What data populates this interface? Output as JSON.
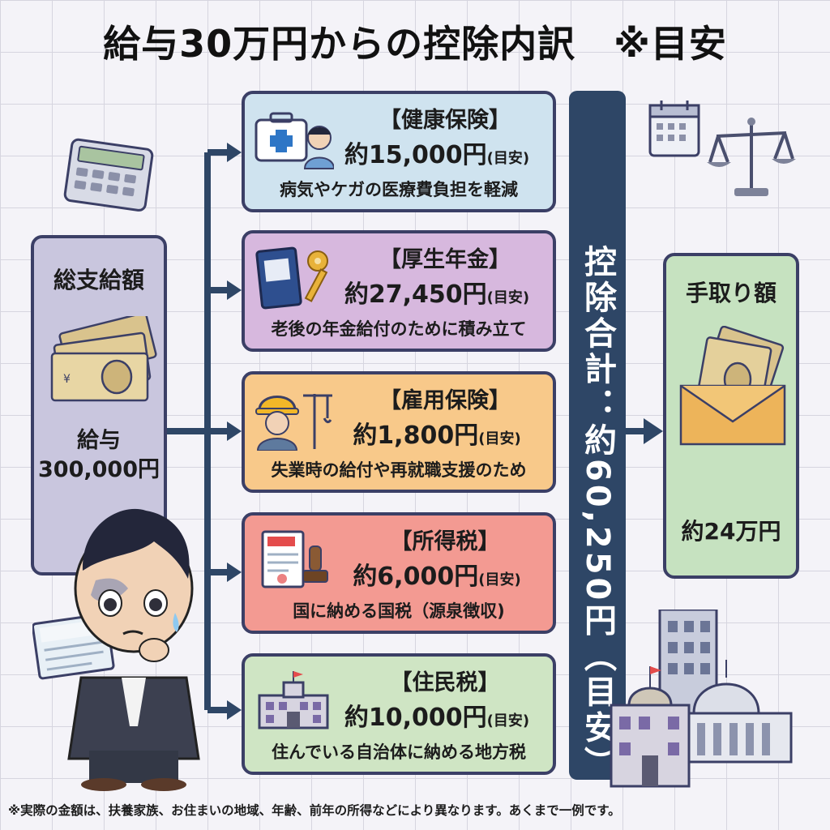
{
  "title": "給与30万円からの控除内訳　※目安",
  "gross": {
    "label": "総支給額",
    "sub_line1": "給与",
    "sub_line2": "300,000円"
  },
  "deductions": [
    {
      "name": "【健康保険】",
      "amount": "約15,000円",
      "note": "(目安)",
      "desc": "病気やケガの医療費負担を軽減",
      "color": "#cfe3ef"
    },
    {
      "name": "【厚生年金】",
      "amount": "約27,450円",
      "note": "(目安)",
      "desc": "老後の年金給付のために積み立て",
      "color": "#d7b8de"
    },
    {
      "name": "【雇用保険】",
      "amount": "約1,800円",
      "note": "(目安)",
      "desc": "失業時の給付や再就職支援のため",
      "color": "#f8c98a"
    },
    {
      "name": "【所得税】",
      "amount": "約6,000円",
      "note": "(目安)",
      "desc": "国に納める国税（源泉徴収)",
      "color": "#f39a92"
    },
    {
      "name": "【住民税】",
      "amount": "約10,000円",
      "note": "(目安)",
      "desc": "住んでいる自治体に納める地方税",
      "color": "#cfe5c4"
    }
  ],
  "total": {
    "text": "控除合計：約60,250円（目安）"
  },
  "net": {
    "label": "手取り額",
    "value": "約24万円"
  },
  "footnote": "※実際の金額は、扶養家族、お住まいの地域、年齢、前年の所得などにより異なります。あくまで一例です。",
  "icons": {
    "health": "first-aid-kit-icon",
    "pension": "pension-book-key-icon",
    "employment": "construction-worker-icon",
    "income_tax": "tax-document-stamp-icon",
    "resident_tax": "city-hall-icon",
    "calculator": "calculator-icon",
    "calendar": "calendar-icon",
    "scales": "balance-scale-icon",
    "cash": "cash-bills-icon",
    "envelope": "cash-envelope-icon",
    "buildings": "government-buildings-icon",
    "person": "worried-man-icon"
  },
  "colors": {
    "navy": "#2e4666",
    "gross_bg": "#c9c6de",
    "net_bg": "#c6e2c0"
  }
}
